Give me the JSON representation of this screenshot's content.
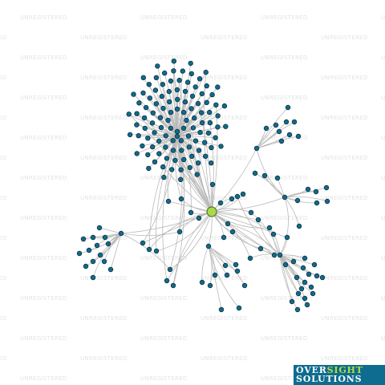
{
  "watermark": {
    "text": "UNREGISTERED"
  },
  "logo": {
    "word1": "OVER",
    "word2": "SIGHT",
    "word3": "SOLUTIONS"
  },
  "colors": {
    "node": "#0d6c8f",
    "center_node": "#a8d94a",
    "edge": "#b9b9b9",
    "watermark": "#e4e4e4"
  },
  "graph": {
    "center": {
      "cluster": "hub"
    },
    "clusters": [
      {
        "name": "top-cluster",
        "count": 110
      },
      {
        "name": "right-upper-cluster",
        "count": 9
      },
      {
        "name": "left-cluster",
        "count": 14
      },
      {
        "name": "bottom-right-cluster",
        "count": 18
      },
      {
        "name": "bottom-cluster",
        "count": 10
      },
      {
        "name": "mid-right-cluster",
        "count": 10
      }
    ]
  }
}
